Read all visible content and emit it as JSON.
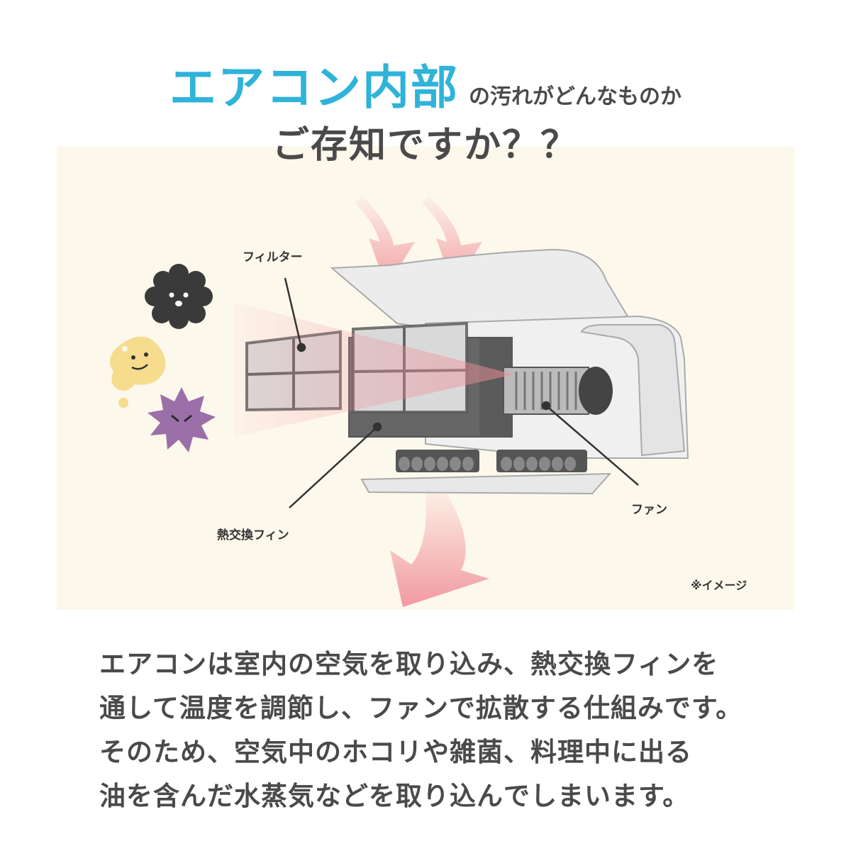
{
  "header": {
    "title_accent": "エアコン内部",
    "title_rest": "の汚れがどんなものか",
    "title_line2": "ご存知ですか？？"
  },
  "diagram": {
    "labels": {
      "filter": "フィルター",
      "heat_fin": "熱交換フィン",
      "fan": "ファン"
    },
    "note": "※イメージ",
    "colors": {
      "panel_bg": "#fdf8ec",
      "arrow": "#f08f98",
      "accent": "#2fb3d9"
    }
  },
  "body": {
    "lines": [
      "エアコンは室内の空気を取り込み、熱交換フィンを",
      "通して温度を調節し、ファンで拡散する仕組みです。",
      "そのため、空気中のホコリや雑菌、料理中に出る",
      "油を含んだ水蒸気などを取り込んでしまいます。"
    ]
  }
}
